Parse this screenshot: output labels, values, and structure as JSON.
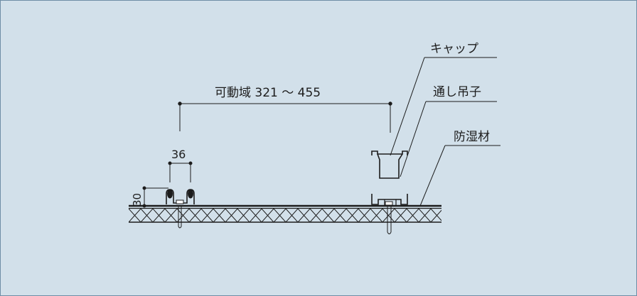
{
  "diagram": {
    "range_label": "可動域  321 ～ 455",
    "width_dim": "36",
    "height_dim": "30",
    "callouts": {
      "cap": "キャップ",
      "through_clip": "通し吊子",
      "moisture_barrier": "防湿材"
    }
  },
  "colors": {
    "background": "#d2e0ea",
    "line": "#1c1c1c"
  }
}
